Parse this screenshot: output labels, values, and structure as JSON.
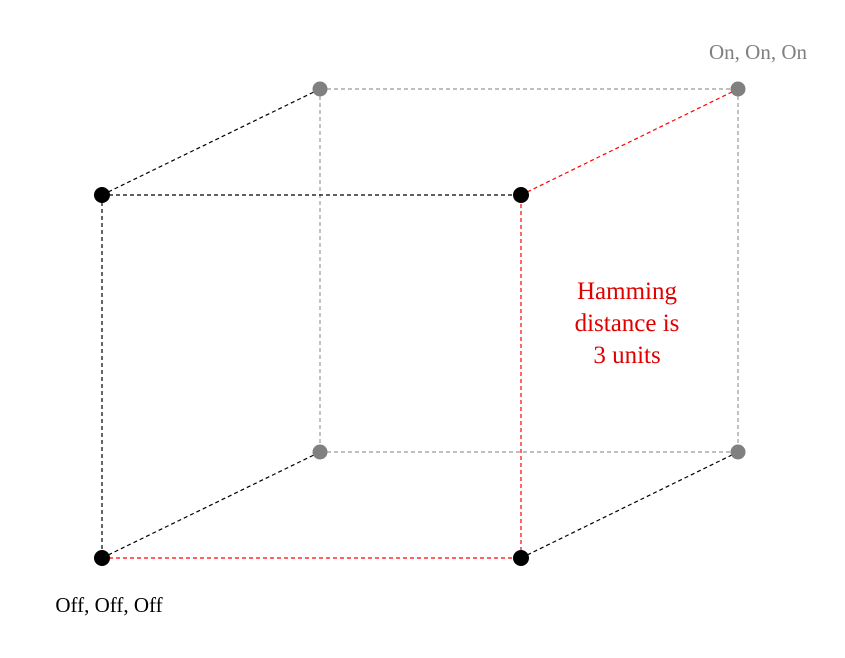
{
  "diagram": {
    "labels": {
      "off_corner": "Off, Off, Off",
      "on_corner": "On, On, On",
      "hamming_line1": "Hamming",
      "hamming_line2": "distance is",
      "hamming_line3": "3 units"
    },
    "colors": {
      "front_node": "#000000",
      "back_node": "#808080",
      "front_edge": "#000000",
      "back_edge": "#999999",
      "path_edge": "#ff0000",
      "annotation": "#e00000",
      "on_label": "#808080",
      "off_label": "#000000"
    }
  }
}
